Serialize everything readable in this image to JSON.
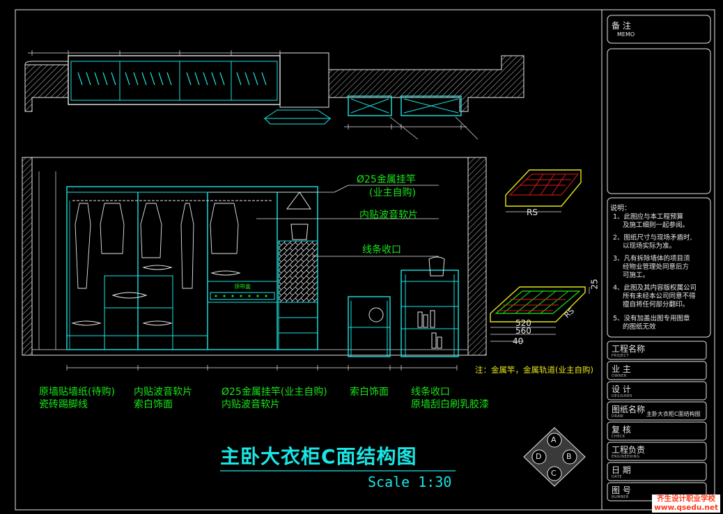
{
  "drawing": {
    "title": "主卧大衣柜C面结构图",
    "scale": "Scale 1:30",
    "note_main": "注：金属竿，金属轨道(业主自购)"
  },
  "callouts": {
    "rod": "Ø25金属挂竿",
    "rod_sub": "(业主自购)",
    "soft_pack": "内贴波音软片",
    "line_edge": "线条收口",
    "drawer_label": "领带盒"
  },
  "bottom_labels": {
    "col1_a": "原墙贴墙纸(待购)",
    "col1_b": "瓷砖踢脚线",
    "col2_a": "内贴波音软片",
    "col2_b": "索白饰面",
    "col3_a": "Ø25金属挂竿(业主自购)",
    "col3_b": "内贴波音软片",
    "col4_a": "索白饰面",
    "col5_a": "线条收口",
    "col5_b": "原墙刮白刷乳胶漆"
  },
  "details": {
    "rs_top": "RS",
    "rs_side": "RS",
    "dim_520": "520",
    "dim_560": "560",
    "dim_40": "40",
    "dim_25": "25"
  },
  "compass": {
    "a": "A",
    "b": "B",
    "c": "C",
    "d": "D"
  },
  "titleblock": {
    "memo_title": "备 注",
    "memo_sub": "MEMO",
    "notes_title": "说明：",
    "notes": [
      "1、此图应与本工程预算",
      "及施工细则一起参阅。",
      "2、图纸尺寸与现场矛盾时,",
      "以现场实际为准。",
      "3、凡有拆除墙体的项目须",
      "经物业管理处同意后方",
      "可施工。",
      "4、此图及其内容版权属公司",
      "所有未经本公司同意不得",
      "擅自将任何部分翻印。",
      "5、没有加盖出图专用图章",
      "的图纸无效"
    ],
    "rows": [
      {
        "label": "工程名称",
        "sub": "PROJECT",
        "value": ""
      },
      {
        "label": "业 主",
        "sub": "OWNER",
        "value": ""
      },
      {
        "label": "设 计",
        "sub": "DESIGNER",
        "value": ""
      },
      {
        "label": "图纸名称",
        "sub": "DRAW",
        "value": "主卧大衣柜C面结构图"
      },
      {
        "label": "复 核",
        "sub": "CHECK",
        "value": ""
      },
      {
        "label": "工程负责",
        "sub": "ENGINEERING",
        "value": ""
      },
      {
        "label": "日 期",
        "sub": "DATE",
        "value": ""
      },
      {
        "label": "图 号",
        "sub": "NUMBER",
        "value": ""
      }
    ]
  },
  "watermark": {
    "line1": "齐生设计职业学校",
    "line2": "www.qsedu.net"
  },
  "colors": {
    "cyan": "#19e6e6",
    "green": "#19e619",
    "yellow": "#e6e619",
    "white": "#e8e8e8",
    "red": "#e61919"
  }
}
